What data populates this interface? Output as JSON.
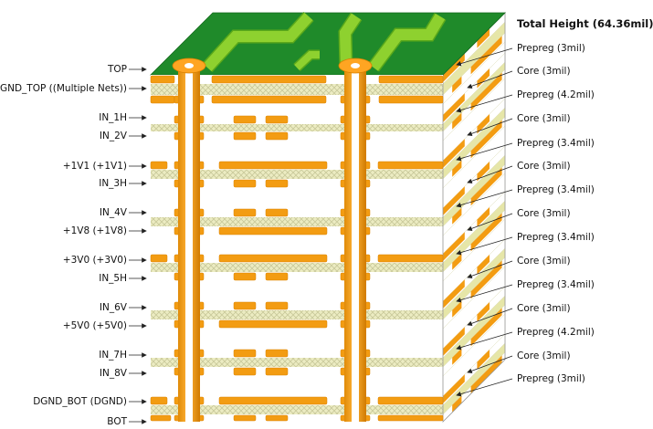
{
  "title": "Total Height (64.36mil)",
  "colors": {
    "copper": "#f39c12",
    "copper_dark": "#d98100",
    "prepreg": "#e9e9b8",
    "core": "#ffffff",
    "soldermask": "#1f8a2a",
    "trace_top": "#8ed12f",
    "edge_grid": "#b9b98a"
  },
  "left_labels": [
    "TOP",
    "GND_TOP ((Multiple Nets))",
    "IN_1H",
    "IN_2V",
    "+1V1 (+1V1)",
    "IN_3H",
    "IN_4V",
    "+1V8 (+1V8)",
    "+3V0 (+3V0)",
    "IN_5H",
    "IN_6V",
    "+5V0 (+5V0)",
    "IN_7H",
    "IN_8V",
    "DGND_BOT (DGND)",
    "BOT"
  ],
  "right_labels": [
    "Prepreg (3mil)",
    "Core (3mil)",
    "Prepreg (4.2mil)",
    "Core (3mil)",
    "Prepreg (3.4mil)",
    "Core (3mil)",
    "Prepreg (3.4mil)",
    "Core (3mil)",
    "Prepreg (3.4mil)",
    "Core (3mil)",
    "Prepreg (3.4mil)",
    "Core (3mil)",
    "Prepreg (4.2mil)",
    "Core (3mil)",
    "Prepreg (3mil)"
  ]
}
